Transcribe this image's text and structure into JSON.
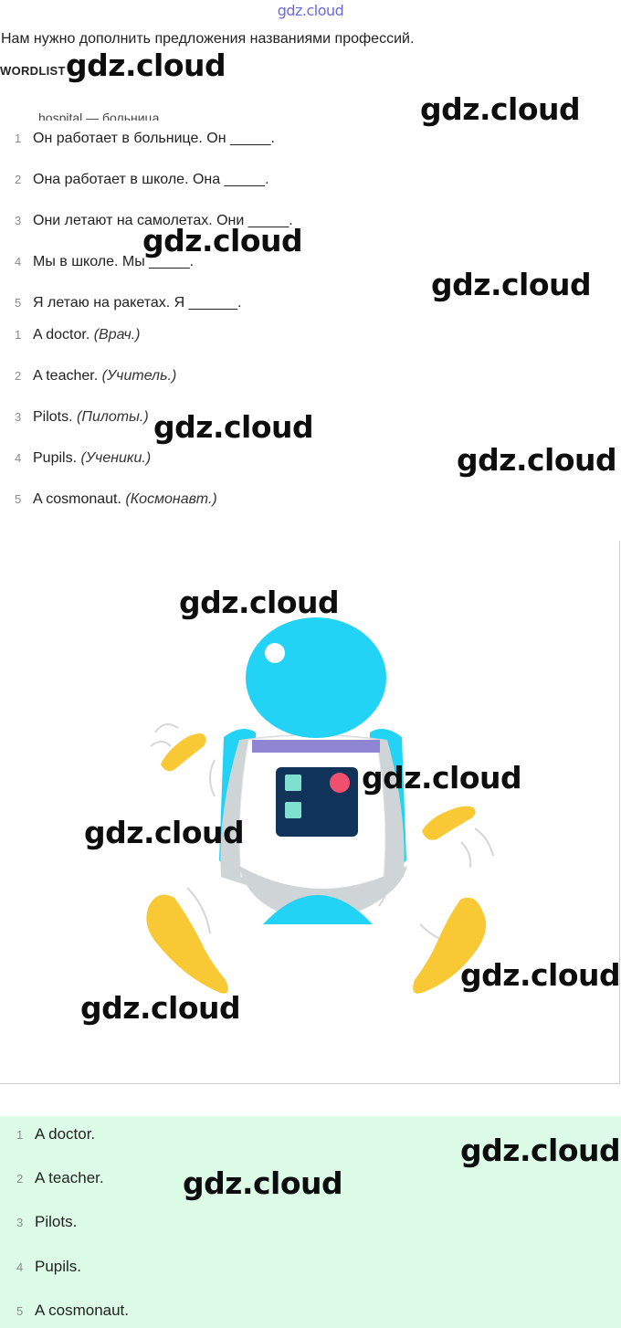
{
  "watermark_top": "gdz.cloud",
  "intro": "Нам нужно дополнить предложения названиями профессий.",
  "wordlist_label": "WORDLIST",
  "wordlist_cut": "hospital — больница",
  "sentences": [
    {
      "n": "1",
      "text": "Он работает в больнице. Он _____."
    },
    {
      "n": "2",
      "text": "Она работает в школе. Она _____."
    },
    {
      "n": "3",
      "text": "Они летают на самолетах. Они _____."
    },
    {
      "n": "4",
      "text": "Мы в школе. Мы _____."
    },
    {
      "n": "5",
      "text": "Я летаю на ракетах. Я ______."
    }
  ],
  "translations": [
    {
      "n": "1",
      "en": "A doctor.",
      "ru": "(Врач.)"
    },
    {
      "n": "2",
      "en": "A teacher.",
      "ru": "(Учитель.)"
    },
    {
      "n": "3",
      "en": "Pilots.",
      "ru": "(Пилоты.)"
    },
    {
      "n": "4",
      "en": "Pupils.",
      "ru": "(Ученики.)"
    },
    {
      "n": "5",
      "en": "A cosmonaut.",
      "ru": "(Космонавт.)"
    }
  ],
  "answers": [
    {
      "n": "1",
      "text": "A doctor."
    },
    {
      "n": "2",
      "text": "A teacher."
    },
    {
      "n": "3",
      "text": "Pilots."
    },
    {
      "n": "4",
      "text": "Pupils."
    },
    {
      "n": "5",
      "text": "A cosmonaut."
    }
  ],
  "watermark": "gdz.cloud",
  "colors": {
    "robot_head": "#22d3f5",
    "robot_body": "#ffffff",
    "robot_side": "#cfd5d6",
    "robot_panel": "#10335a",
    "panel_buttons": "#7fe0d0",
    "panel_light": "#f0506e",
    "belt": "#8e86d2",
    "flames": "#f8c934",
    "answers_bg": "#dcfce7"
  }
}
